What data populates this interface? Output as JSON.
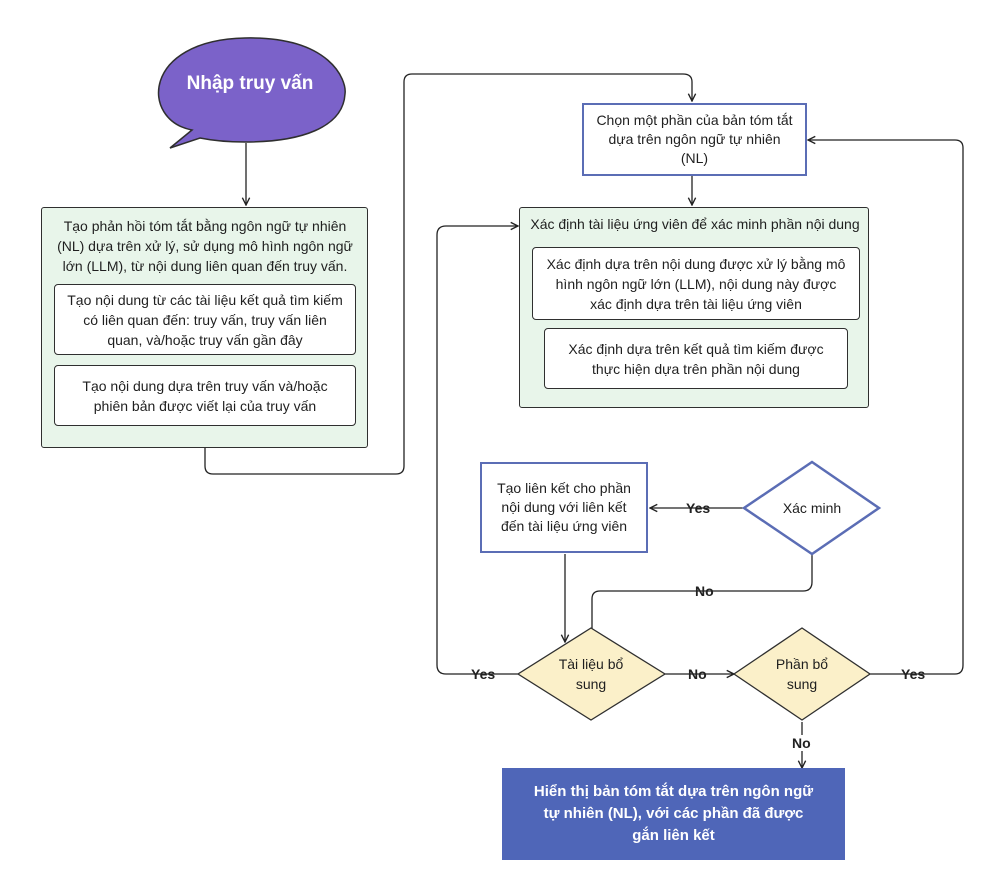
{
  "start": {
    "text": "Nhập truy vấn"
  },
  "box_generate": {
    "title": "Tạo phản hồi tóm tắt bằng ngôn ngữ tự nhiên (NL) dựa trên xử lý, sử dụng mô hình ngôn ngữ lớn (LLM), từ nội dung liên quan đến truy vấn.",
    "sub1": "Tạo nội dung từ các tài liệu kết quả tìm kiếm có liên quan đến: truy vấn, truy vấn liên quan, và/hoặc truy vấn gần đây",
    "sub2": "Tạo nội dung dựa trên truy vấn và/hoặc phiên bản được viết lại của truy vấn"
  },
  "box_select": {
    "text": "Chọn một phần của bản tóm tắt dựa trên ngôn ngữ tự nhiên (NL)"
  },
  "box_identify": {
    "title": "Xác định tài liệu ứng viên để xác minh phần nội dung",
    "sub1": "Xác định dựa trên nội dung được xử lý bằng mô hình ngôn ngữ lớn (LLM), nội dung này được xác định dựa trên tài liệu ứng viên",
    "sub2": "Xác định dựa trên kết quả tìm kiếm được thực hiện dựa trên phần nội dung"
  },
  "box_link": {
    "text": "Tạo liên kết cho phần nội dung với liên kết đến tài liệu ứng viên"
  },
  "diamond_verify": {
    "text": "Xác minh"
  },
  "diamond_doc": {
    "text": "Tài liệu bổ sung"
  },
  "diamond_part": {
    "text": "Phần bổ sung"
  },
  "box_final": {
    "text": "Hiển thị bản tóm tắt dựa trên ngôn ngữ tự nhiên (NL), với các phần đã được gắn liên kết"
  },
  "labels": {
    "verify_yes": "Yes",
    "verify_no": "No",
    "doc_yes": "Yes",
    "doc_no": "No",
    "part_yes": "Yes",
    "part_no": "No"
  },
  "colors": {
    "start_fill": "#7b62c9",
    "green_fill": "#e8f5ea",
    "blue_border": "#5b6db5",
    "diamond_fill": "#fbf0c9",
    "final_fill": "#4f66b8"
  }
}
